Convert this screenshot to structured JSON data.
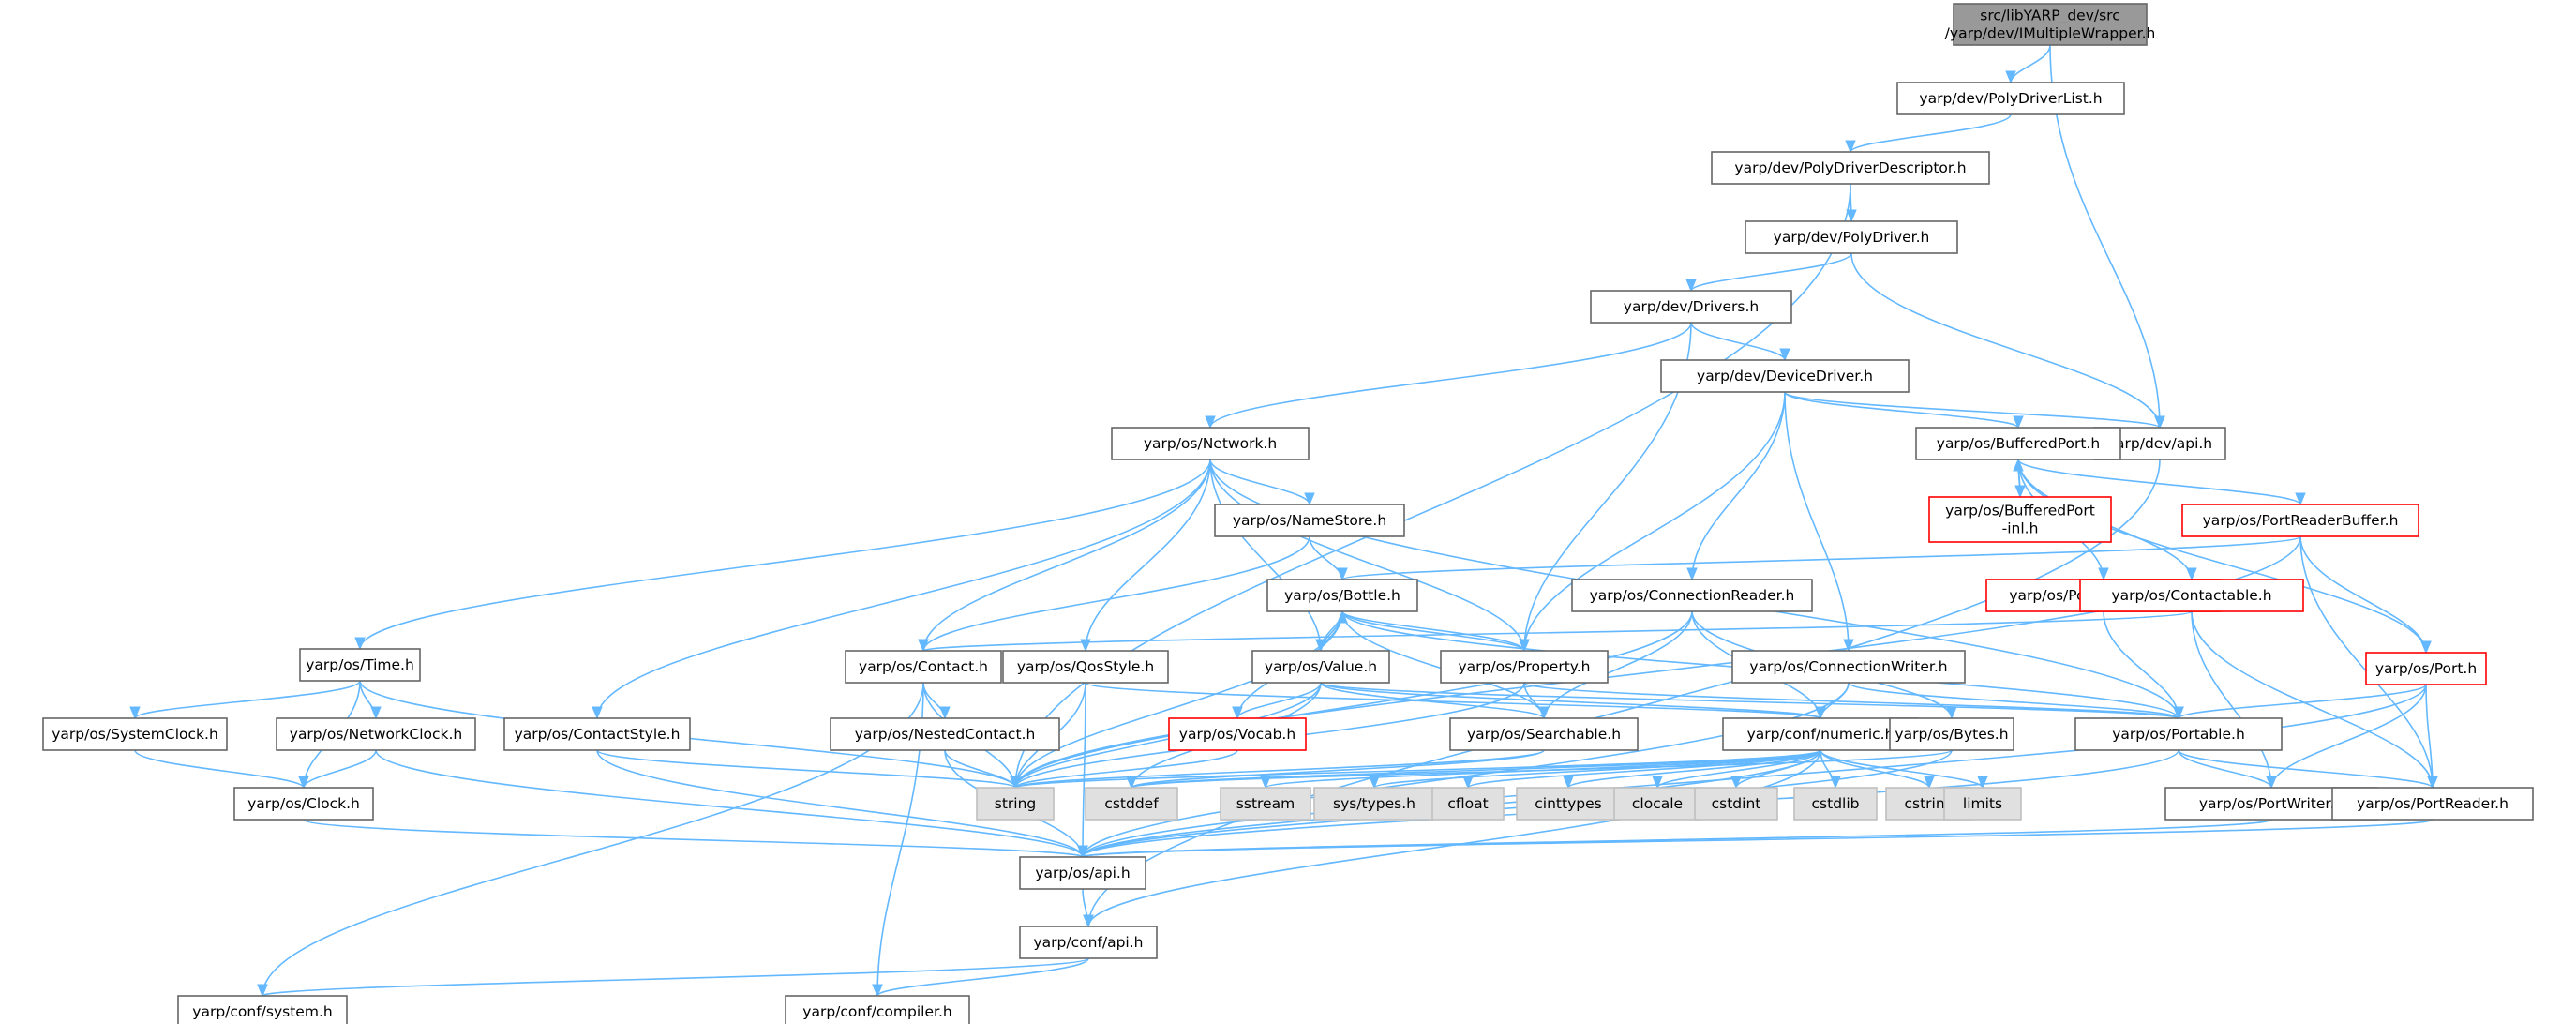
{
  "colors": {
    "edge": "#63b8ff",
    "node_border": "#666666",
    "node_red_border": "#ff0000",
    "root_fill": "#999999",
    "system_fill": "#e0e0e0",
    "node_fill": "#ffffff"
  },
  "nodes": {
    "root": [
      "src/libYARP_dev/src",
      "/yarp/dev/IMultipleWrapper.h"
    ],
    "polydriverlist": "yarp/dev/PolyDriverList.h",
    "polydriverdescriptor": "yarp/dev/PolyDriverDescriptor.h",
    "polydriver": "yarp/dev/PolyDriver.h",
    "drivers": "yarp/dev/Drivers.h",
    "devicedriver": "yarp/dev/DeviceDriver.h",
    "devapi": "yarp/dev/api.h",
    "network": "yarp/os/Network.h",
    "bufferedport": "yarp/os/BufferedPort.h",
    "bufferedportinl": [
      "yarp/os/BufferedPort",
      "-inl.h"
    ],
    "portreaderbuffer": "yarp/os/PortReaderBuffer.h",
    "namestore": "yarp/os/NameStore.h",
    "bottle": "yarp/os/Bottle.h",
    "connectionreader": "yarp/os/ConnectionReader.h",
    "portwriterbuffer": "yarp/os/PortWriterBuffer.h",
    "contactable": "yarp/os/Contactable.h",
    "port": "yarp/os/Port.h",
    "time": "yarp/os/Time.h",
    "contact": "yarp/os/Contact.h",
    "qosstyle": "yarp/os/QosStyle.h",
    "value": "yarp/os/Value.h",
    "property": "yarp/os/Property.h",
    "connectionwriter": "yarp/os/ConnectionWriter.h",
    "systemclock": "yarp/os/SystemClock.h",
    "networkclock": "yarp/os/NetworkClock.h",
    "contactstyle": "yarp/os/ContactStyle.h",
    "nestedcontact": "yarp/os/NestedContact.h",
    "vocab": "yarp/os/Vocab.h",
    "searchable": "yarp/os/Searchable.h",
    "numeric": "yarp/conf/numeric.h",
    "bytes": "yarp/os/Bytes.h",
    "portable": "yarp/os/Portable.h",
    "clock": "yarp/os/Clock.h",
    "string": "string",
    "cstddef": "cstddef",
    "sstream": "sstream",
    "systypes": "sys/types.h",
    "cfloat": "cfloat",
    "cinttypes": "cinttypes",
    "clocale": "clocale",
    "cstdint": "cstdint",
    "cstdlib": "cstdlib",
    "cstring": "cstring",
    "limits": "limits",
    "portwriter": "yarp/os/PortWriter.h",
    "portreader": "yarp/os/PortReader.h",
    "osapi": "yarp/os/api.h",
    "confapi": "yarp/conf/api.h",
    "system": "yarp/conf/system.h",
    "compiler": "yarp/conf/compiler.h"
  }
}
